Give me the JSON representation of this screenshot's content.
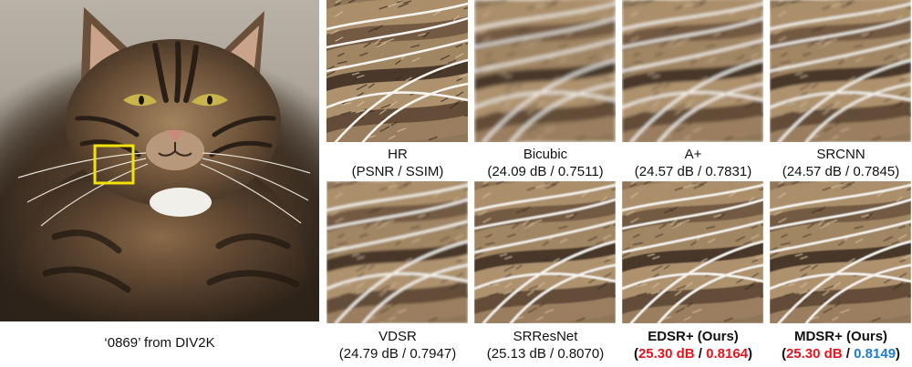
{
  "main_image": {
    "caption": "‘0869’ from DIV2K",
    "highlight_color": "#f2e20a"
  },
  "tiles": [
    {
      "name": "HR",
      "line2": "(PSNR / SSIM)"
    },
    {
      "name": "Bicubic",
      "line2": "(24.09 dB / 0.7511)"
    },
    {
      "name": "A+",
      "line2": "(24.57 dB / 0.7831)"
    },
    {
      "name": "SRCNN",
      "line2": "(24.57 dB / 0.7845)"
    },
    {
      "name": "VDSR",
      "line2": "(24.79 dB / 0.7947)"
    },
    {
      "name": "SRResNet",
      "line2": "(25.13 dB / 0.8070)"
    },
    {
      "name": "EDSR+ (Ours)",
      "open": "(",
      "psnr": "25.30 dB",
      "sep": " / ",
      "ssim": "0.8164",
      "close": ")"
    },
    {
      "name": "MDSR+ (Ours)",
      "open": "(",
      "psnr": "25.30 dB",
      "sep": " / ",
      "ssim": "0.8149",
      "close": ")"
    }
  ],
  "colors": {
    "best": "#e8121b",
    "second": "#1f7bd1"
  }
}
